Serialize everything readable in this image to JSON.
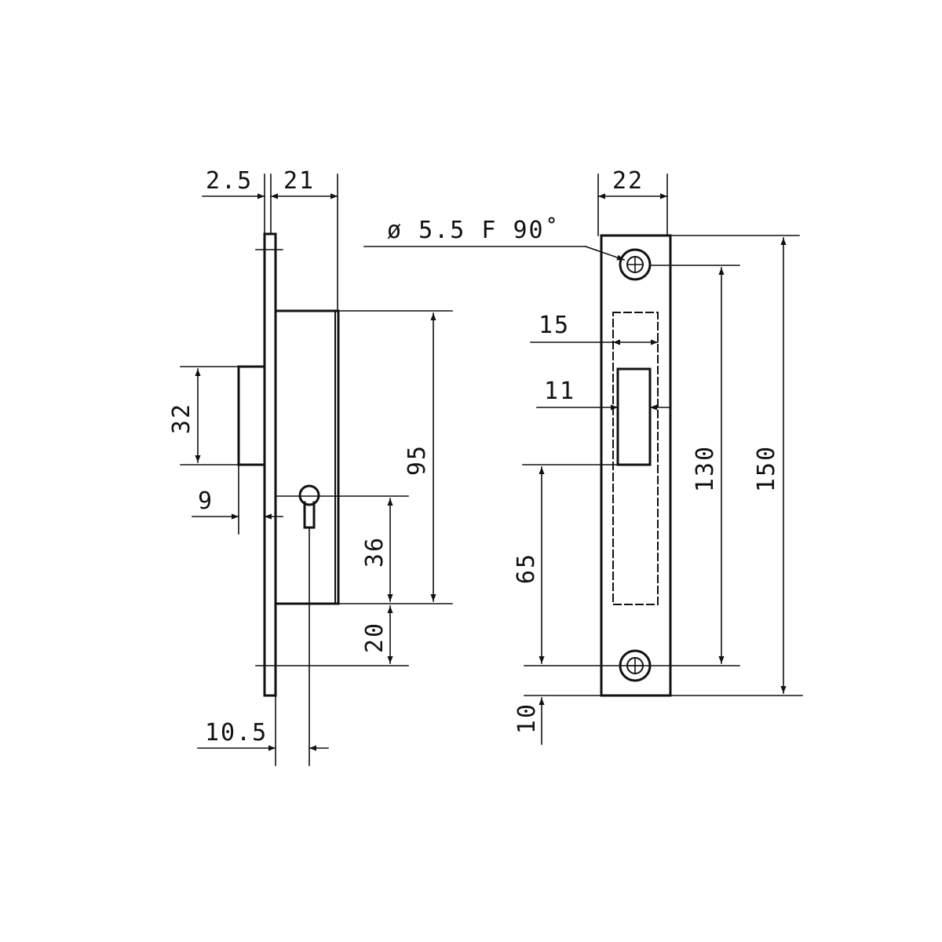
{
  "side_view": {
    "faceplate_thickness": "2.5",
    "case_depth": "21",
    "latch_height": "32",
    "latch_offset": "9",
    "case_height": "95",
    "keyhole_to_bottom": "36",
    "bottom_to_screw": "20",
    "backset": "10.5"
  },
  "front_view": {
    "plate_width": "22",
    "screw_hole": "ø 5.5  F 90˚",
    "strike_outer_width": "15",
    "strike_inner_width": "11",
    "bottom_to_strike": "65",
    "hole_spacing": "130",
    "plate_height": "150",
    "bottom_offset": "10"
  },
  "colors": {
    "line": "#111111",
    "background": "#ffffff"
  }
}
